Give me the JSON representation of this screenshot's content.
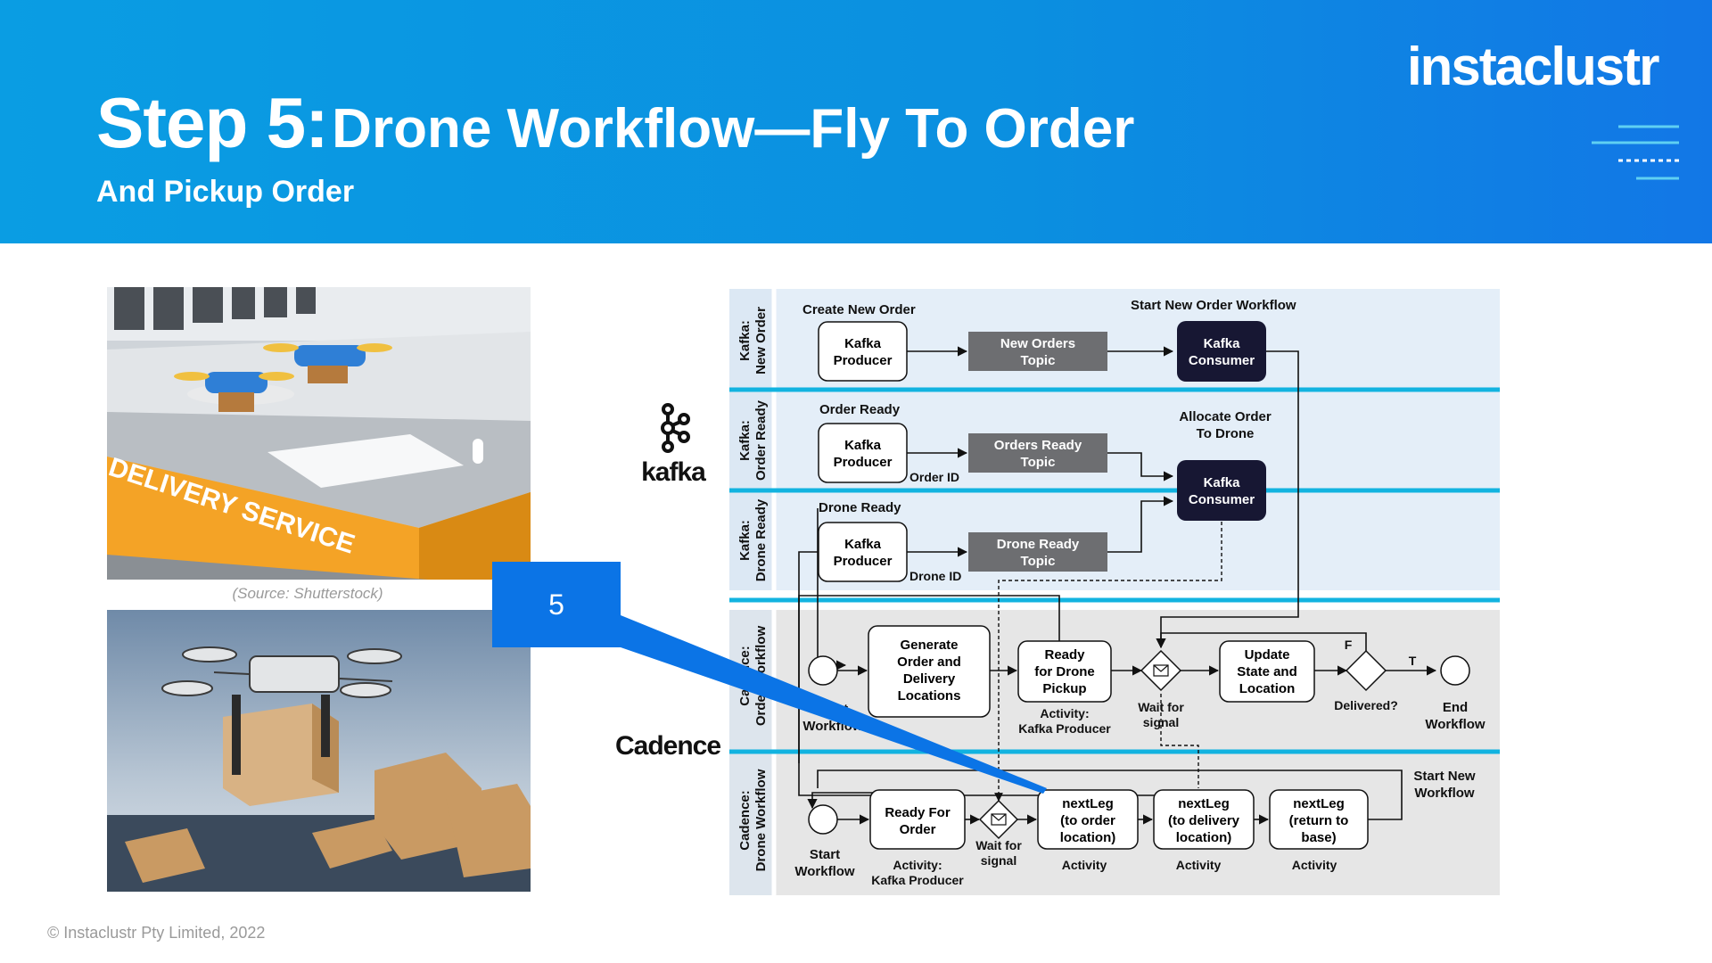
{
  "header": {
    "step": "Step 5:",
    "title_rest": "Drone Workflow—Fly To Order",
    "subtitle": "And Pickup Order",
    "logo_text": "instaclustr"
  },
  "images": {
    "top_caption": "(Source: Shutterstock)",
    "top_sign_text": "DELIVERY SERVICE"
  },
  "callout": {
    "number": "5"
  },
  "logos": {
    "kafka": "kafka",
    "cadence": "Cadence"
  },
  "footer": {
    "copyright": "© Instaclustr Pty Limited, 2022"
  },
  "diagram": {
    "lanes": {
      "kafka_new_order": [
        "Kafka:",
        "New Order"
      ],
      "kafka_order_ready": [
        "Kafka:",
        "Order Ready"
      ],
      "kafka_drone_ready": [
        "Kafka:",
        "Drone Ready"
      ],
      "cadence_order_workflow": [
        "Cadence:",
        "Order Workflow"
      ],
      "cadence_drone_workflow": [
        "Cadence:",
        "Drone Workflow"
      ]
    },
    "labels": {
      "create_new_order": "Create New Order",
      "start_new_order_workflow": "Start New Order Workflow",
      "order_ready": "Order Ready",
      "allocate_order": [
        "Allocate Order",
        "To Drone"
      ],
      "drone_ready": "Drone Ready",
      "order_id": "Order ID",
      "drone_id": "Drone ID",
      "start_workflow": [
        "Start",
        "Workflow"
      ],
      "activity_kafka_producer": [
        "Activity:",
        "Kafka Producer"
      ],
      "wait_for_signal": [
        "Wait for",
        "signal"
      ],
      "delivered": "Delivered?",
      "false_branch": "F",
      "true_branch": "T",
      "end_workflow": [
        "End",
        "Workflow"
      ],
      "start_new_workflow": [
        "Start New",
        "Workflow"
      ],
      "activity": "Activity"
    },
    "boxes": {
      "producer_1": [
        "Kafka",
        "Producer"
      ],
      "producer_2": [
        "Kafka",
        "Producer"
      ],
      "producer_3": [
        "Kafka",
        "Producer"
      ],
      "new_orders_topic": [
        "New Orders",
        "Topic"
      ],
      "orders_ready_topic": [
        "Orders Ready",
        "Topic"
      ],
      "drone_ready_topic": [
        "Drone Ready",
        "Topic"
      ],
      "consumer_1": [
        "Kafka",
        "Consumer"
      ],
      "consumer_2": [
        "Kafka",
        "Consumer"
      ],
      "generate_order": [
        "Generate",
        "Order and",
        "Delivery",
        "Locations"
      ],
      "ready_for_pickup": [
        "Ready",
        "for Drone",
        "Pickup"
      ],
      "update_state": [
        "Update",
        "State and",
        "Location"
      ],
      "ready_for_order": [
        "Ready For",
        "Order"
      ],
      "next_leg_order": [
        "nextLeg",
        "(to order",
        "location)"
      ],
      "next_leg_delivery": [
        "nextLeg",
        "(to delivery",
        "location)"
      ],
      "next_leg_base": [
        "nextLeg",
        "(return to",
        "base)"
      ]
    }
  },
  "colors": {
    "header_blue": "#0a9de3",
    "callout_blue": "#0b74e6",
    "kafka_lane_bg": "#e4eef8",
    "cadence_lane_bg": "#e6e6e6",
    "lane_divider": "#12b3e0",
    "topic_gray": "#6d6e71",
    "consumer_navy": "#171733"
  }
}
